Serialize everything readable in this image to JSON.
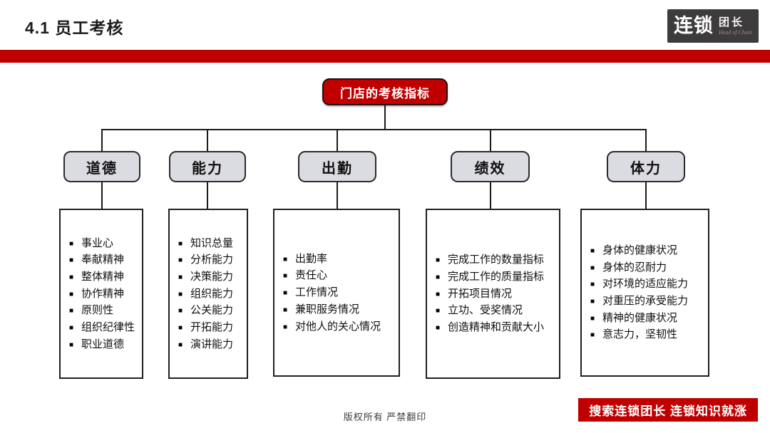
{
  "header": {
    "title": "4.1 员工考核",
    "logo": {
      "main": "连锁",
      "sub": "团长",
      "tagline": "Head of Chain"
    }
  },
  "colors": {
    "accent_red": "#c00000",
    "category_fill": "#dbdbe2",
    "line": "#1a1a1a"
  },
  "bullet_glyph": "■",
  "diagram": {
    "root": "门店的考核指标",
    "columns": [
      {
        "category": "道德",
        "items": [
          "事业心",
          "奉献精神",
          "整体精神",
          "协作精神",
          "原则性",
          "组织纪律性",
          "职业道德"
        ]
      },
      {
        "category": "能力",
        "items": [
          "知识总量",
          "分析能力",
          "决策能力",
          "组织能力",
          "公关能力",
          "开拓能力",
          "演讲能力"
        ]
      },
      {
        "category": "出勤",
        "items": [
          "出勤率",
          "责任心",
          "工作情况",
          "兼职服务情况",
          "对他人的关心情况"
        ]
      },
      {
        "category": "绩效",
        "items": [
          "完成工作的数量指标",
          "完成工作的质量指标",
          "开拓项目情况",
          "立功、受奖情况",
          "创造精神和贡献大小"
        ]
      },
      {
        "category": "体力",
        "items": [
          "身体的健康状况",
          "身体的忍耐力",
          "对环境的适应能力",
          "对重压的承受能力",
          "精神的健康状况",
          "意志力，坚韧性"
        ]
      }
    ]
  },
  "footer": {
    "copyright": "版权所有 严禁翻印",
    "banner": "搜索连锁团长 连锁知识就涨"
  }
}
